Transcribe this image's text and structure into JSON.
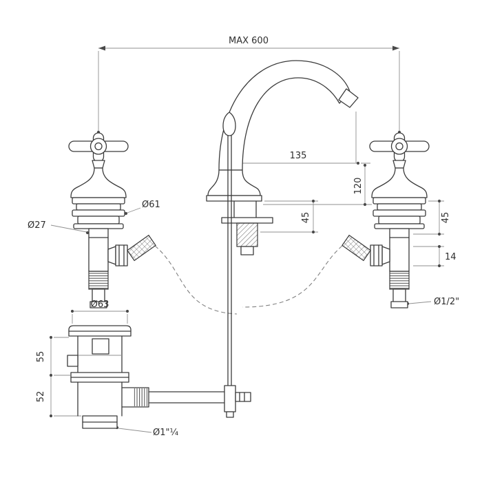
{
  "dim_labels": {
    "max_overall_width": "MAX 600",
    "spout_reach": "135",
    "spout_height": "120",
    "spout_mount_depth": "45",
    "valve_mount_depth": "45",
    "valve_thread_length": "14",
    "valve_connection_size": "Ø1/2\"",
    "valve_trim_diameter": "Ø61",
    "valve_body_diameter": "Ø27",
    "waste_flange_diameter": "Ø63",
    "waste_upper_body_height": "55",
    "waste_lower_body_height": "52",
    "waste_outlet_size": "Ø1\"¼"
  }
}
